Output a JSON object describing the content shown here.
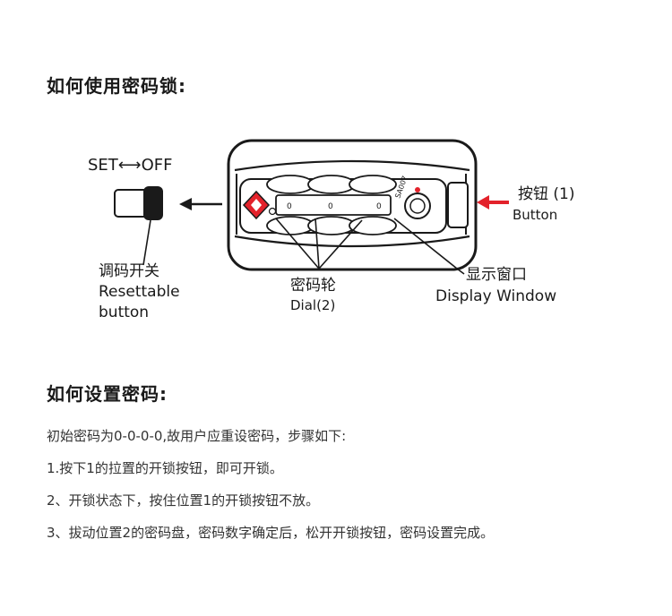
{
  "section1": {
    "title": "如何使用密码锁:"
  },
  "diagram": {
    "set_off_label": "SET⟷OFF",
    "reset_label_cn": "调码开关",
    "reset_label_en_1": "Resettable",
    "reset_label_en_2": "button",
    "dial_label_cn": "密码轮",
    "dial_label_en": "Dial(2)",
    "display_label_cn": "显示窗口",
    "display_label_en": "Display Window",
    "button_label_cn": "按钮 (1)",
    "button_label_en": "Button",
    "colors": {
      "accent_red": "#e3222b",
      "ink": "#1a1a1a"
    }
  },
  "section2": {
    "title": "如何设置密码:",
    "lines": [
      "初始密码为0-0-0-0,故用户应重设密码，步骤如下:",
      "1.按下1的拉置的开锁按钮，即可开锁。",
      "2、开锁状态下，按住位置1的开锁按钮不放。",
      "3、拔动位置2的密码盘，密码数字确定后，松开开锁按钮，密码设置完成。"
    ]
  }
}
